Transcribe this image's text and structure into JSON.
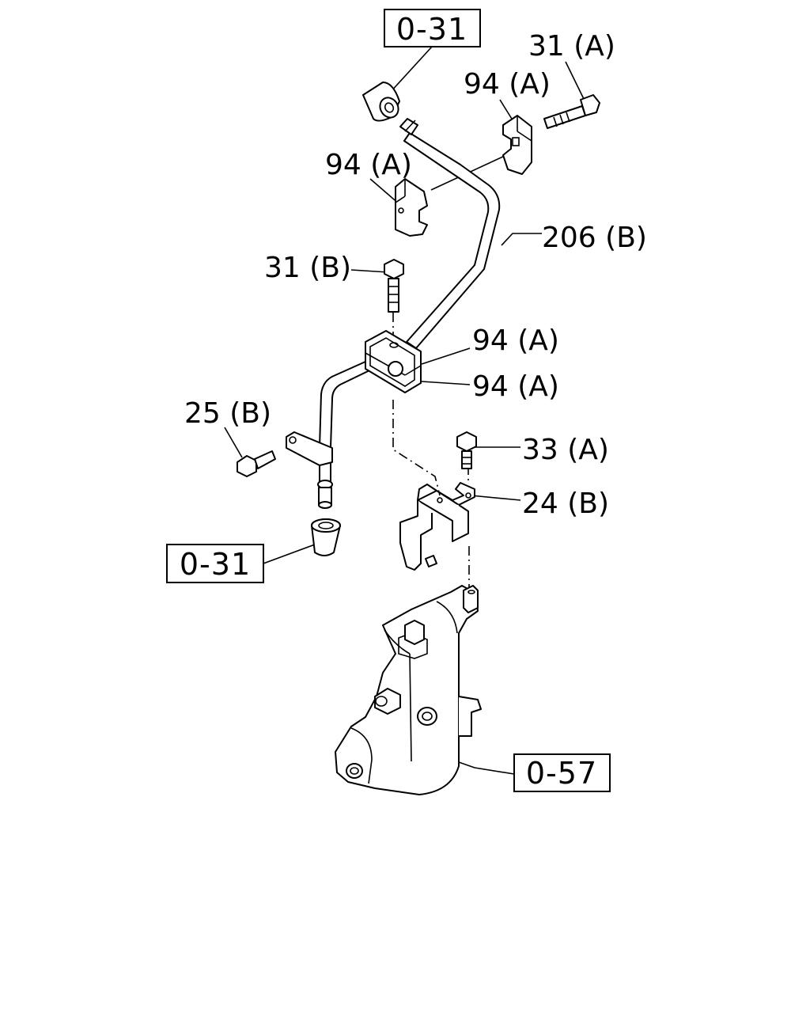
{
  "diagram": {
    "callouts": {
      "c1": "31 (A)",
      "c2": "94 (A)",
      "c3": "94 (A)",
      "c4": "206 (B)",
      "c5": "31 (B)",
      "c6": "94 (A)",
      "c7": "94 (A)",
      "c8": "25 (B)",
      "c9": "33 (A)",
      "c10": "24 (B)"
    },
    "refs": {
      "top": "0-31",
      "left": "0-31",
      "bottom": "0-57"
    }
  }
}
